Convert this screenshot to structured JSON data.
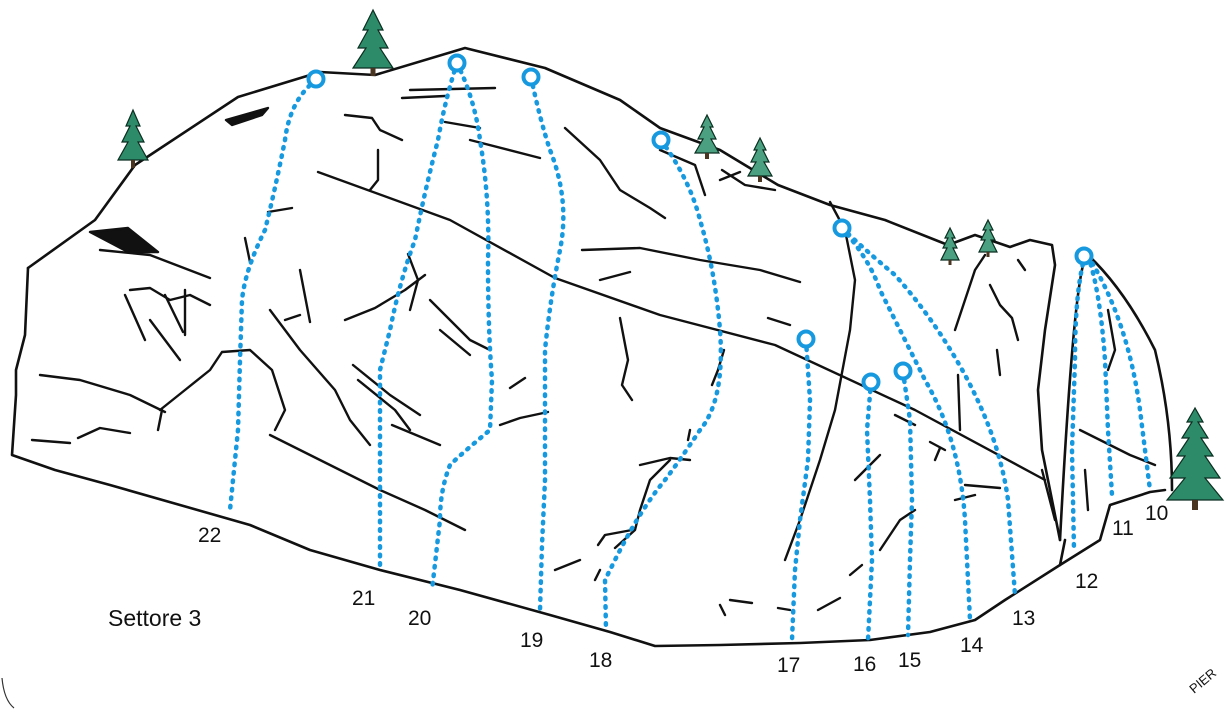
{
  "sector": {
    "label": "Settore 3"
  },
  "routes": [
    {
      "number": "10"
    },
    {
      "number": "11"
    },
    {
      "number": "12"
    },
    {
      "number": "13"
    },
    {
      "number": "14"
    },
    {
      "number": "15"
    },
    {
      "number": "16"
    },
    {
      "number": "17"
    },
    {
      "number": "18"
    },
    {
      "number": "19"
    },
    {
      "number": "20"
    },
    {
      "number": "21"
    },
    {
      "number": "22"
    }
  ],
  "watermark": {
    "text": "PIER"
  },
  "colors": {
    "route": "#1799e0",
    "rock_line": "#111111",
    "tree": "#2e8b6a"
  },
  "icons": [
    "tree-icon",
    "anchor-icon"
  ]
}
